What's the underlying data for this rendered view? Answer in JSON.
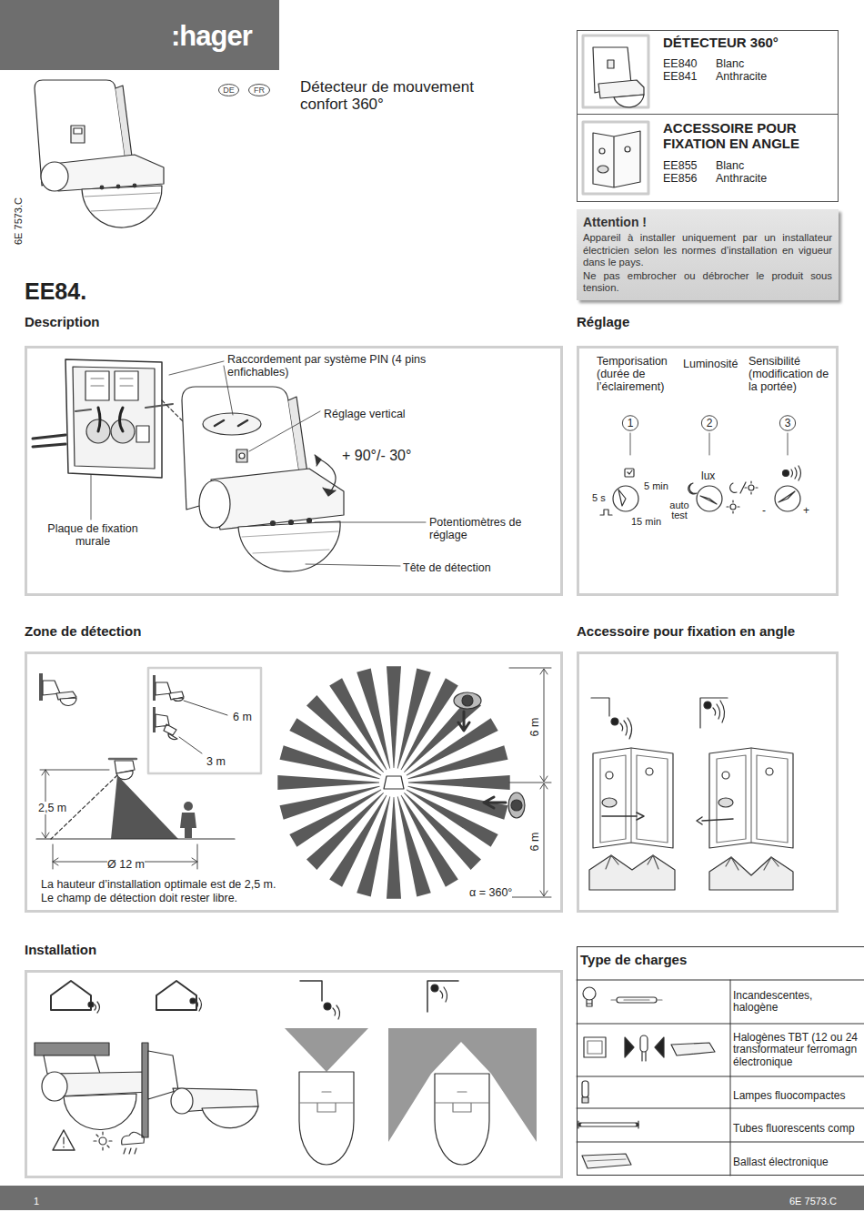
{
  "diagram": {
    "title": "Détecteur de mouvement confort 360°",
    "nodes": [
      {
        "text": [
          ":hager"
        ]
      },
      {
        "text": [
          "DE"
        ]
      },
      {
        "text": [
          "FR"
        ]
      },
      {
        "text": [
          "DÉTECTEUR 360°",
          "EE840",
          "Blanc",
          "EE841",
          "Anthracite"
        ]
      },
      {
        "text": [
          "ACCESSOIRE POUR FIXATION EN ANGLE",
          "EE855",
          "Blanc",
          "EE856",
          "Anthracite"
        ]
      },
      {
        "text": [
          "Attention !",
          "Appareil à installer uniquement par un installateur électricien selon les normes d’installation en vigueur dans le pays.",
          "Ne pas embrocher ou débrocher le produit sous tension."
        ]
      },
      {
        "text": [
          "Description"
        ]
      },
      {
        "text": [
          "Réglage"
        ]
      },
      {
        "text": [
          "1"
        ],
        "in": 7
      },
      {
        "text": [
          "2"
        ],
        "in": 7
      },
      {
        "text": [
          "3"
        ],
        "in": 7
      },
      {
        "text": [
          "Zone de détection"
        ]
      },
      {
        "text": [
          "Accessoire pour fixation en angle"
        ]
      },
      {
        "text": [
          "Installation"
        ]
      },
      {
        "text": [
          "Type de charges"
        ]
      },
      {
        "text": [
          "1",
          "6E 7573.C"
        ]
      }
    ],
    "labels": [
      "6E 7573.C",
      "EE84.",
      "Raccordement par système PIN (4 pins enfichables)",
      "Réglage vertical",
      "+ 90°/- 30°",
      "Plaque de fixation murale",
      "Potentiomètres de réglage",
      "Tête de détection",
      "Temporisation (durée de l’éclairement)",
      "Luminosité",
      "Sensibilité (modification de la portée)",
      "5 s",
      "5 min",
      "15 min",
      "lux",
      "auto test",
      "-",
      "+",
      "6 m",
      "3 m",
      "2,5 m",
      "Ø 12 m",
      "La hauteur d’installation optimale est de 2,5 m.",
      "Le champ de détection doit rester libre.",
      "6 m",
      "6 m",
      "α = 360°",
      "Incandescentes, halogène",
      "Halogènes TBT (12 ou 24 transformateur ferromagn électronique",
      "Lampes fluocompactes",
      "Tubes fluorescents comp",
      "Ballast électronique"
    ]
  }
}
